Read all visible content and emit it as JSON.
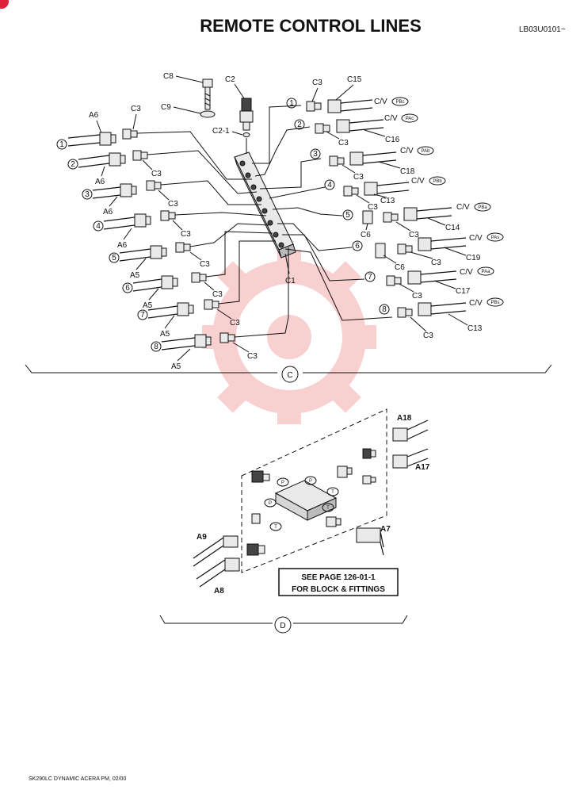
{
  "header": {
    "title": "REMOTE CONTROL LINES",
    "code": "LB03U0101~"
  },
  "footer": {
    "text": "SK290LC DYNAMIC ACERA PM, 02/00"
  },
  "parts": {
    "c8": "C8",
    "c2": "C2",
    "c9": "C9",
    "c2_1": "C2-1",
    "c1": "C1",
    "a6": "A6",
    "a5": "A5",
    "c3": "C3",
    "c6": "C6",
    "c13": "C13",
    "c14": "C14",
    "c15": "C15",
    "c16": "C16",
    "c17": "C17",
    "c18": "C18",
    "c19": "C19",
    "a7": "A7",
    "a8": "A8",
    "a9": "A9",
    "a17": "A17",
    "a18": "A18",
    "cv": "C/V"
  },
  "circled": {
    "n1": "1",
    "n2": "2",
    "n3": "3",
    "n4": "4",
    "n5": "5",
    "n6": "6",
    "n7": "7",
    "n8": "8"
  },
  "ports": {
    "pbc": "PBc",
    "pac": "PAc",
    "pab": "PAb",
    "pbb": "PBb",
    "pba": "PBa",
    "pas": "PAs",
    "paa": "PAa",
    "pbs": "PBs",
    "p": "P",
    "t": "T"
  },
  "views": {
    "c": "C",
    "d": "D"
  },
  "note": {
    "line1": "SEE PAGE 126-01-1",
    "line2": "FOR BLOCK & FITTINGS"
  }
}
